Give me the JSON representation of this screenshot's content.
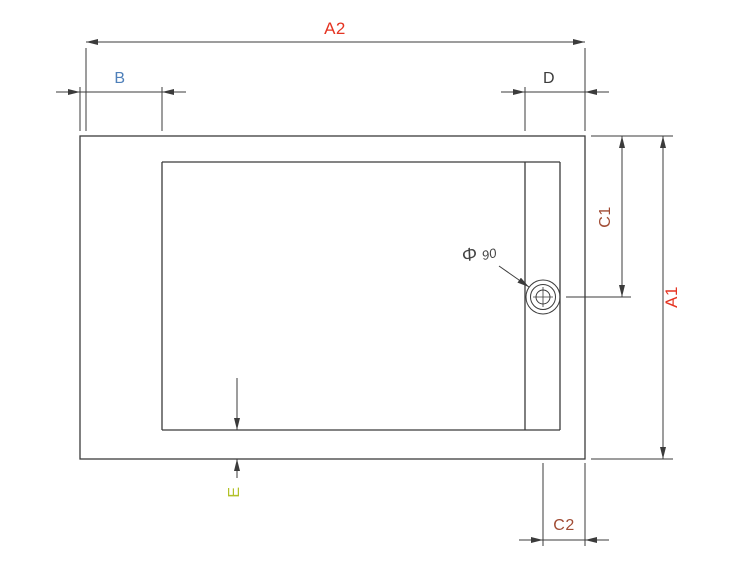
{
  "drawing": {
    "type": "technical-dimension-drawing",
    "background_color": "#ffffff",
    "line_color": "#3b3b3b",
    "dims": {
      "a2": {
        "label": "A2",
        "color": "#e53422"
      },
      "b": {
        "label": "B",
        "color": "#4f80ba"
      },
      "d": {
        "label": "D",
        "color": "#3c3c3c"
      },
      "c1": {
        "label": "C1",
        "color": "#a04b33"
      },
      "a1": {
        "label": "A1",
        "color": "#e53422"
      },
      "c2": {
        "label": "C2",
        "color": "#a04b33"
      },
      "e": {
        "label": "E",
        "color": "#b2c128"
      },
      "drain": {
        "symbol": "Φ",
        "value": "90",
        "color": "#444444"
      }
    }
  }
}
